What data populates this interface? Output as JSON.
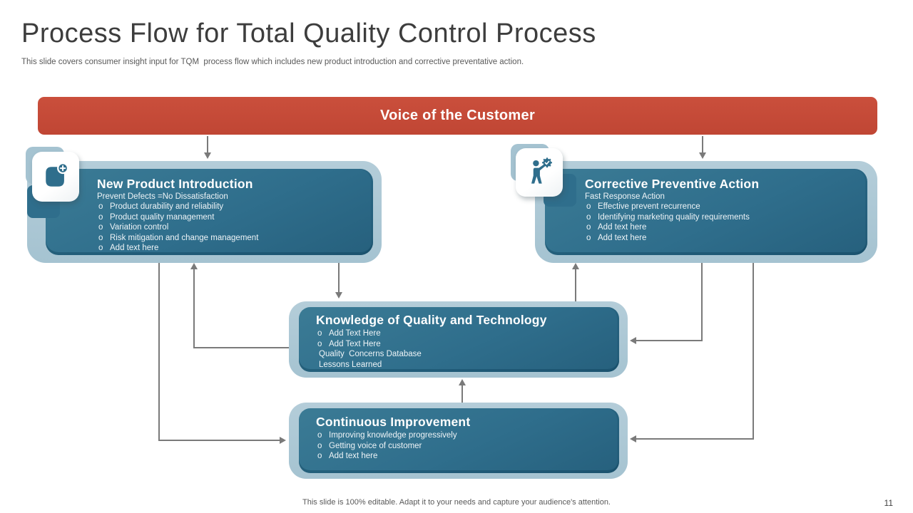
{
  "slide": {
    "title": "Process Flow for Total Quality Control Process",
    "subtitle": "This slide covers consumer insight input for TQM  process flow which includes new product introduction and corrective preventative action.",
    "footer": "This slide is 100% editable. Adapt it to your needs and capture your audience's attention.",
    "page_number": "11"
  },
  "banner": {
    "label": "Voice of the Customer"
  },
  "bullet_marker": "o",
  "colors": {
    "banner_red": "#C44A37",
    "box_teal": "#2F6E8C",
    "halo_blue": "#A5C3D1",
    "connector_gray": "#7A7A7A",
    "title_gray": "#3D3D3D"
  },
  "boxes": {
    "new_product": {
      "icon": "document-add-icon",
      "title": "New Product Introduction",
      "subtitle": "Prevent Defects =No Dissatisfaction",
      "bullets": [
        "Product durability and reliability",
        "Product quality management",
        "Variation control",
        "Risk mitigation and change management",
        "Add text here"
      ]
    },
    "corrective": {
      "icon": "person-gear-icon",
      "title": "Corrective Preventive Action",
      "subtitle": "Fast Response Action",
      "bullets": [
        "Effective prevent recurrence",
        "Identifying marketing quality requirements",
        "Add text here",
        "Add text here"
      ]
    },
    "knowledge": {
      "title": "Knowledge of Quality and Technology",
      "bullets": [
        "Add Text Here",
        "Add Text Here"
      ],
      "plain_lines": [
        "Quality  Concerns Database",
        "Lessons Learned"
      ]
    },
    "continuous": {
      "title": "Continuous Improvement",
      "bullets": [
        "Improving knowledge progressively",
        "Getting voice of customer",
        "Add text here"
      ]
    }
  }
}
